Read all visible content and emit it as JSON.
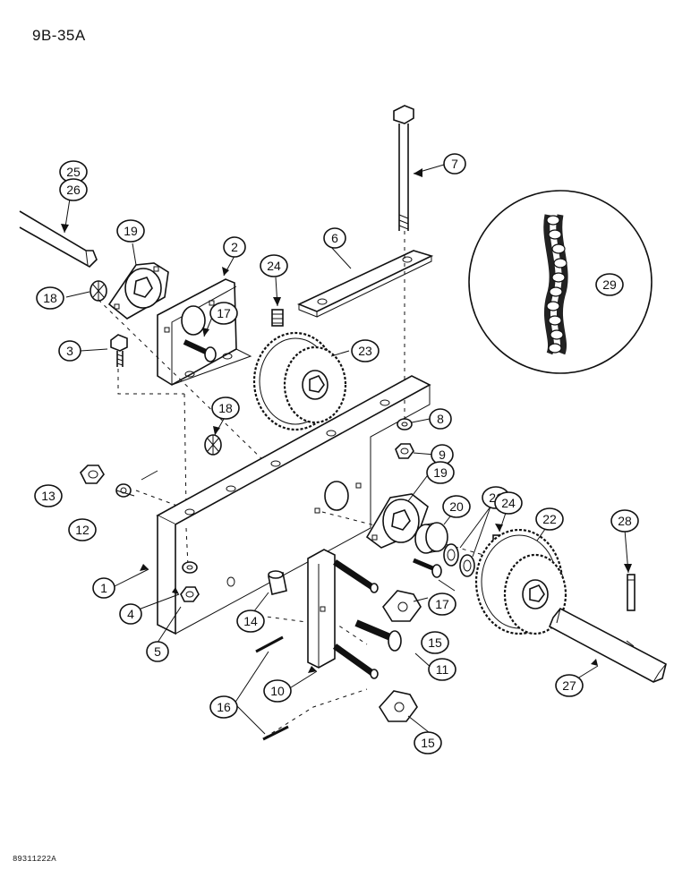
{
  "page_code": "9B-35A",
  "footer_code": "89311222A",
  "callouts": [
    "1",
    "2",
    "3",
    "4",
    "5",
    "6",
    "7",
    "8",
    "9",
    "10",
    "11",
    "12",
    "13",
    "14",
    "15",
    "15",
    "16",
    "17",
    "17",
    "18",
    "18",
    "19",
    "19",
    "20",
    "21",
    "22",
    "23",
    "24",
    "24",
    "25",
    "26",
    "27",
    "28",
    "29"
  ]
}
